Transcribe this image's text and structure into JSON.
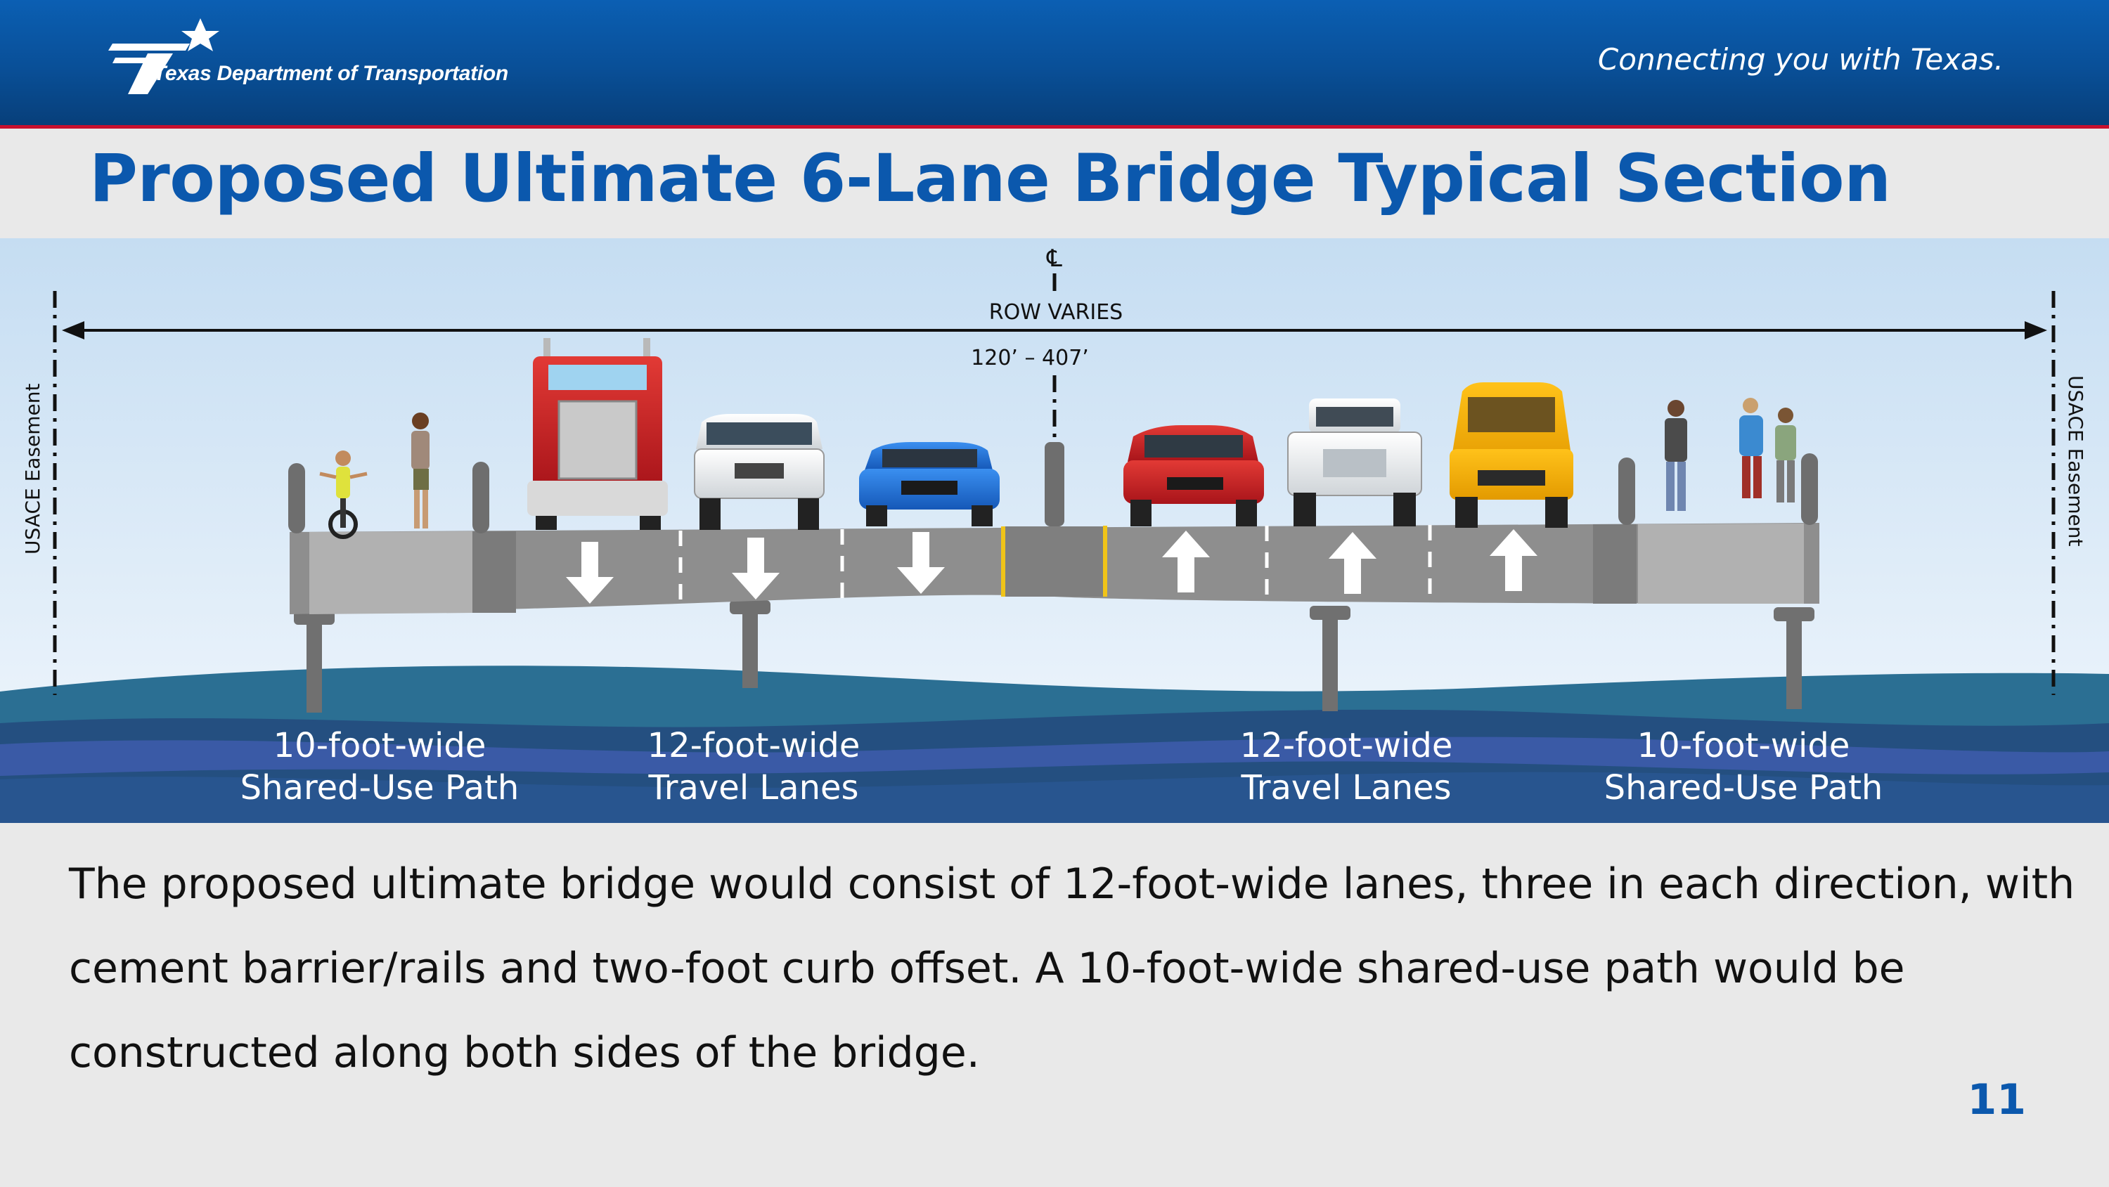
{
  "header": {
    "logo_text": "Texas Department of Transportation",
    "tagline": "Connecting you with Texas."
  },
  "title": "Proposed Ultimate 6-Lane Bridge Typical Section",
  "diagram": {
    "centerline_symbol": "℄",
    "row_label": "ROW VARIES",
    "row_range": "120’ – 407’",
    "easement_left": "USACE Easement",
    "easement_right": "USACE Easement",
    "labels": [
      {
        "line1": "10-foot-wide",
        "line2": "Shared-Use Path"
      },
      {
        "line1": "12-foot-wide",
        "line2": "Travel Lanes"
      },
      {
        "line1": "12-foot-wide",
        "line2": "Travel Lanes"
      },
      {
        "line1": "10-foot-wide",
        "line2": "Shared-Use Path"
      }
    ],
    "colors": {
      "sky_top": "#c6def3",
      "deck": "#8f8f8f",
      "water": "#2c6a8c",
      "lane_stripe": "#f0c419"
    }
  },
  "body_text": "The proposed ultimate bridge would consist of 12-foot-wide lanes, three in each direction, with cement barrier/rails and two-foot curb offset. A 10-foot-wide shared-use path would be constructed along both sides of the bridge.",
  "page_number": "11"
}
